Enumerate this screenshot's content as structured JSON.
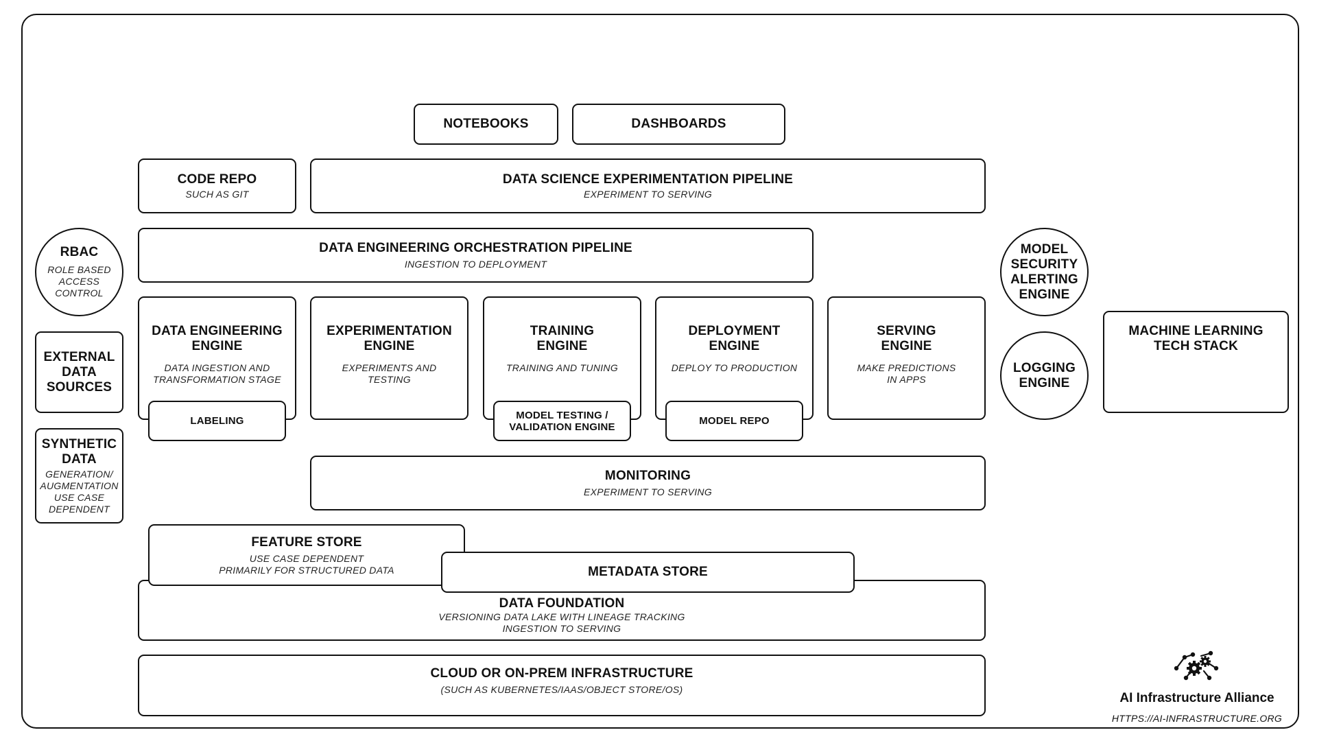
{
  "nodes": {
    "notebooks": {
      "title": "NOTEBOOKS"
    },
    "dashboards": {
      "title": "DASHBOARDS"
    },
    "code_repo": {
      "title": "CODE REPO",
      "subtitle": "SUCH AS GIT"
    },
    "ds_pipeline": {
      "title": "DATA SCIENCE EXPERIMENTATION PIPELINE",
      "subtitle": "EXPERIMENT TO SERVING"
    },
    "de_pipeline": {
      "title": "DATA ENGINEERING ORCHESTRATION PIPELINE",
      "subtitle": "INGESTION TO DEPLOYMENT"
    },
    "rbac": {
      "title": "RBAC",
      "subtitle": "ROLE BASED\nACCESS\nCONTROL"
    },
    "external_data": {
      "title": "EXTERNAL\nDATA\nSOURCES"
    },
    "synthetic_data": {
      "title": "SYNTHETIC\nDATA",
      "subtitle": "GENERATION/\nAUGMENTATION\nUSE CASE\nDEPENDENT"
    },
    "de_engine": {
      "title": "DATA ENGINEERING\nENGINE",
      "subtitle": "DATA INGESTION AND\nTRANSFORMATION STAGE"
    },
    "exp_engine": {
      "title": "EXPERIMENTATION\nENGINE",
      "subtitle": "EXPERIMENTS AND\nTESTING"
    },
    "training_engine": {
      "title": "TRAINING\nENGINE",
      "subtitle": "TRAINING AND TUNING"
    },
    "deployment_engine": {
      "title": "DEPLOYMENT\nENGINE",
      "subtitle": "DEPLOY TO PRODUCTION"
    },
    "serving_engine": {
      "title": "SERVING\nENGINE",
      "subtitle": "MAKE PREDICTIONS\nIN APPS"
    },
    "labeling": {
      "title": "LABELING"
    },
    "model_testing": {
      "title": "MODEL TESTING /\nVALIDATION ENGINE"
    },
    "model_repo": {
      "title": "MODEL REPO"
    },
    "model_security": {
      "title": "MODEL\nSECURITY\nALERTING\nENGINE"
    },
    "logging_engine": {
      "title": "LOGGING\nENGINE"
    },
    "ml_stack": {
      "title": "MACHINE LEARNING\nTECH STACK"
    },
    "monitoring": {
      "title": "MONITORING",
      "subtitle": "EXPERIMENT TO SERVING"
    },
    "feature_store": {
      "title": "FEATURE STORE",
      "subtitle": "USE CASE DEPENDENT\nPRIMARILY FOR STRUCTURED DATA"
    },
    "metadata_store": {
      "title": "METADATA STORE"
    },
    "data_foundation": {
      "title": "DATA FOUNDATION",
      "subtitle": "VERSIONING DATA LAKE WITH LINEAGE TRACKING\nINGESTION TO SERVING"
    },
    "infrastructure": {
      "title": "CLOUD OR ON-PREM INFRASTRUCTURE",
      "subtitle": "(SUCH AS KUBERNETES/IAAS/OBJECT STORE/OS)"
    }
  },
  "branding": {
    "logo_icon": "gears-network-icon",
    "name": "AI Infrastructure Alliance",
    "url": "HTTPS://AI-INFRASTRUCTURE.ORG"
  }
}
